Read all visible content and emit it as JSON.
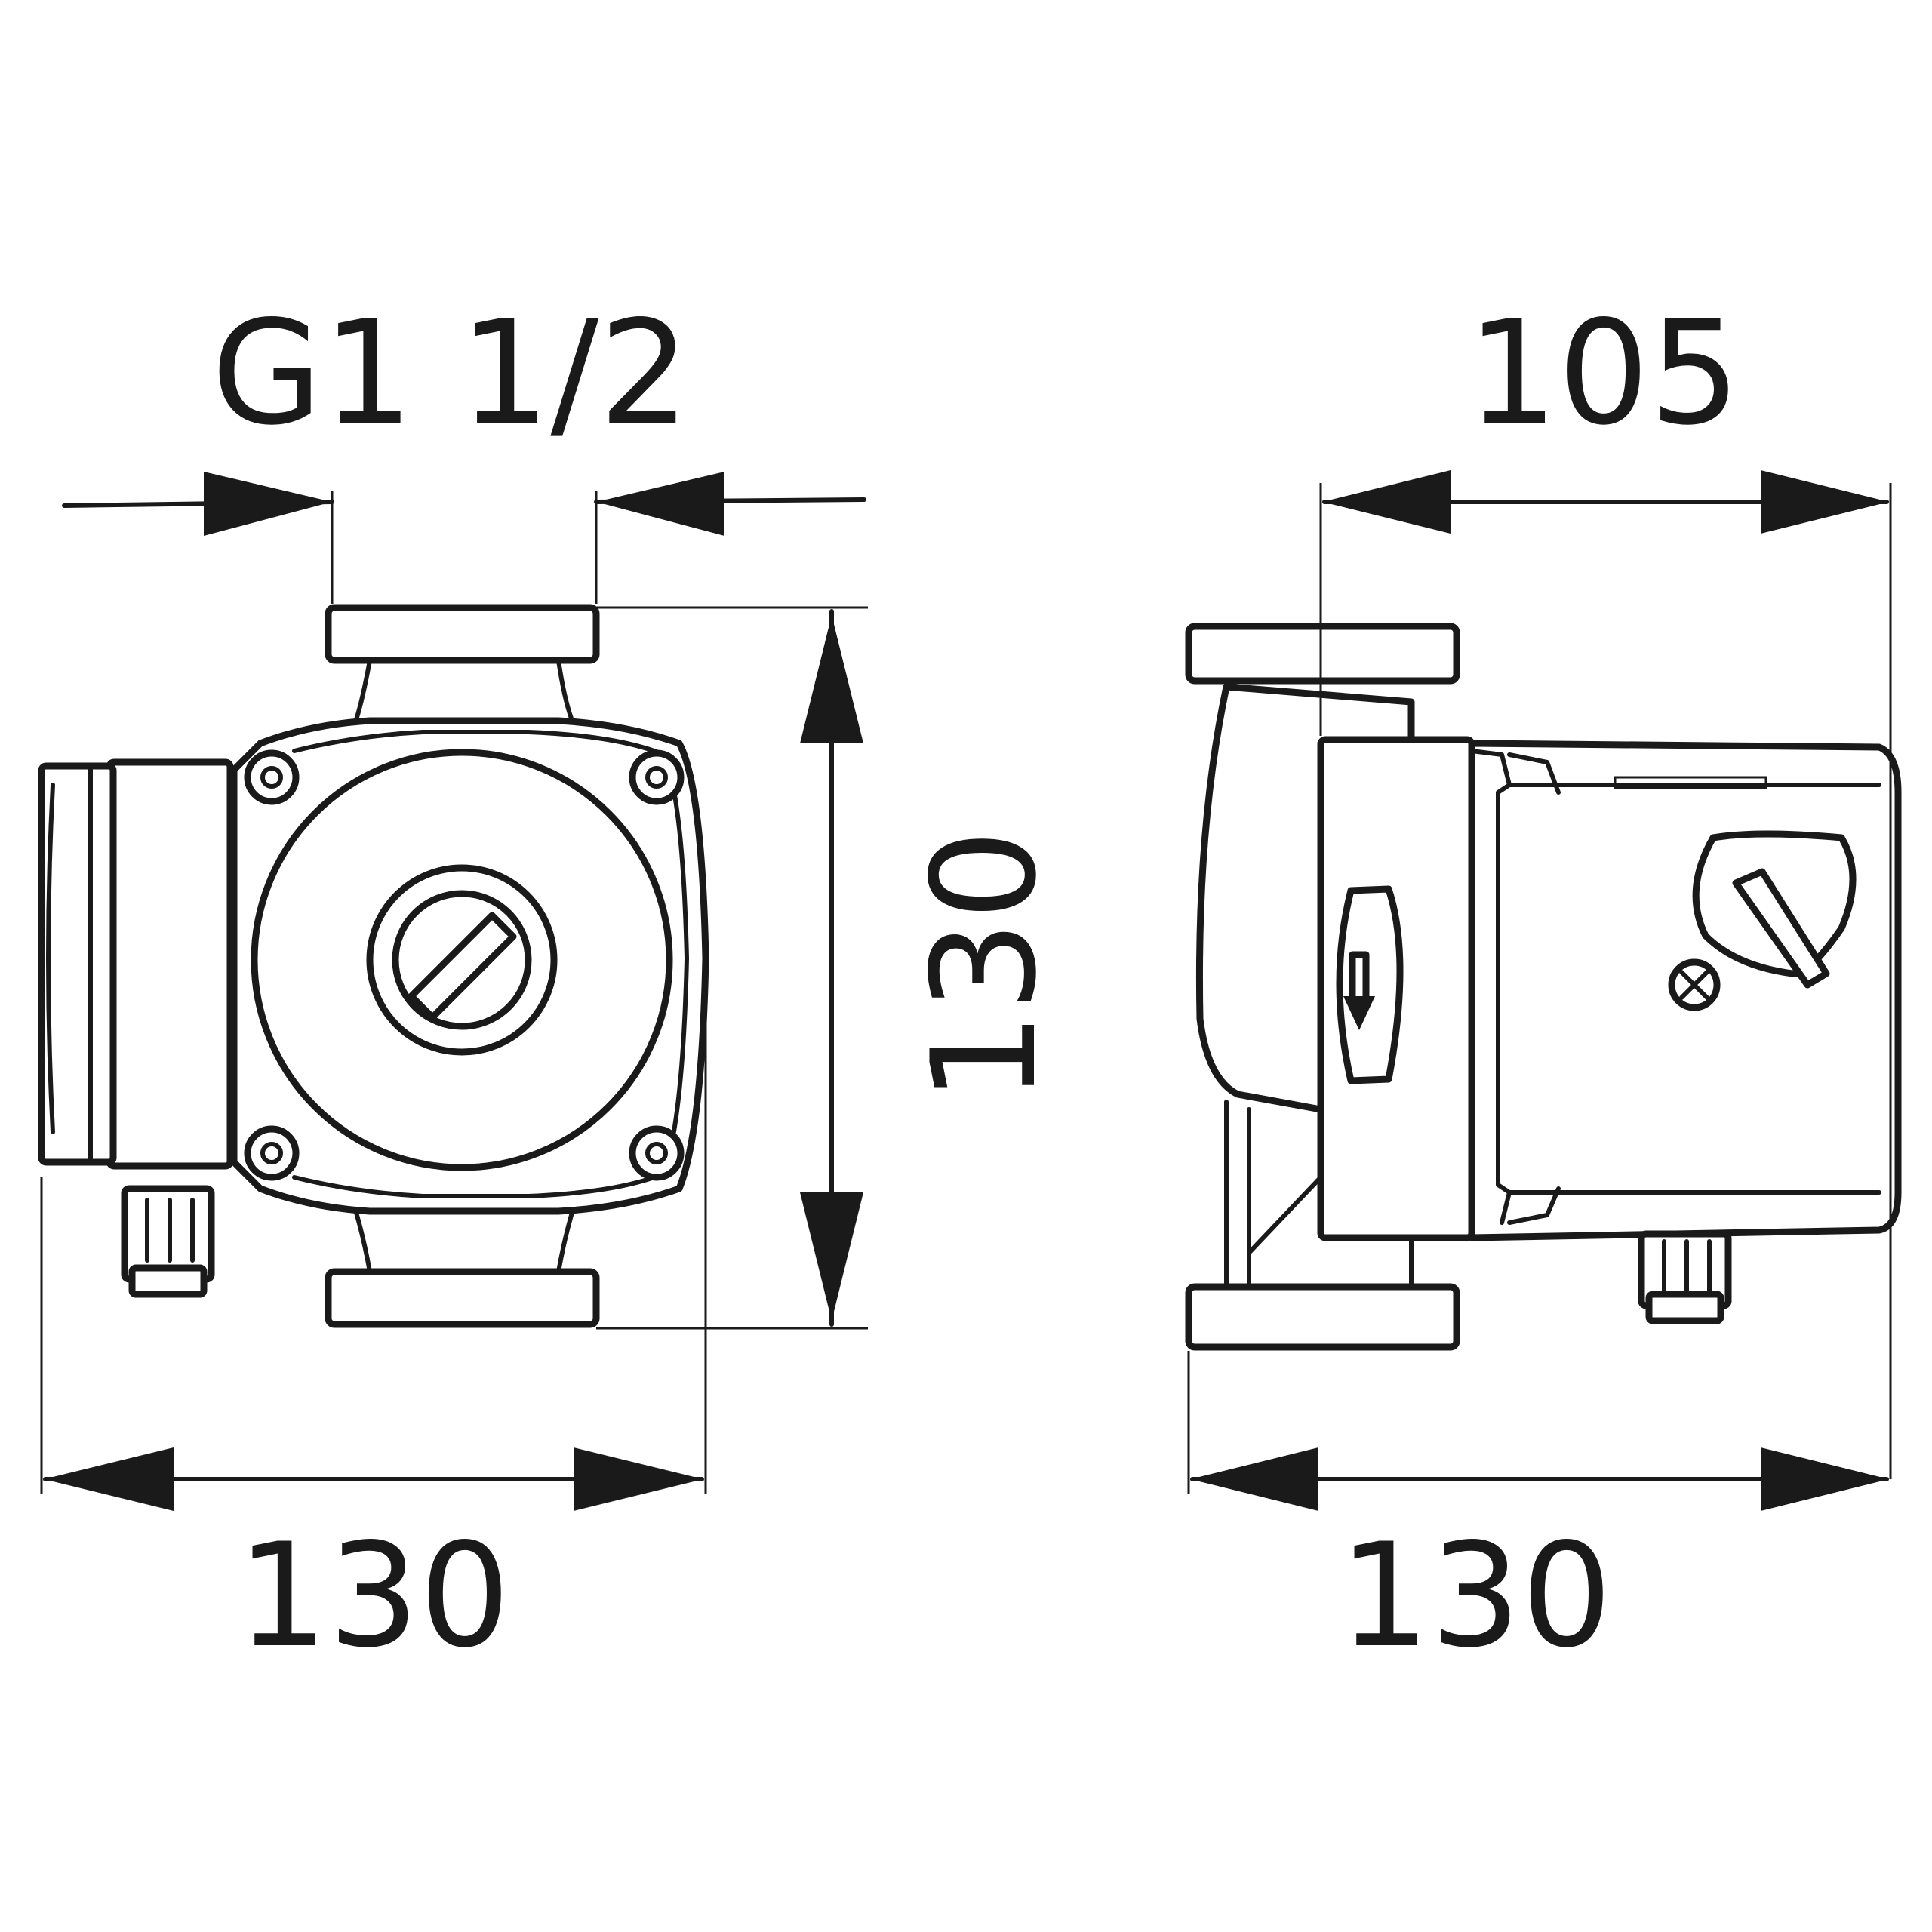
{
  "dimensions": {
    "thread_size": "G1 1/2",
    "front_height": "130",
    "front_width": "130",
    "side_depth": "105",
    "side_width": "130"
  },
  "icons": {
    "flow_direction": "down-arrow-icon",
    "screw": "cross-screw-icon"
  }
}
